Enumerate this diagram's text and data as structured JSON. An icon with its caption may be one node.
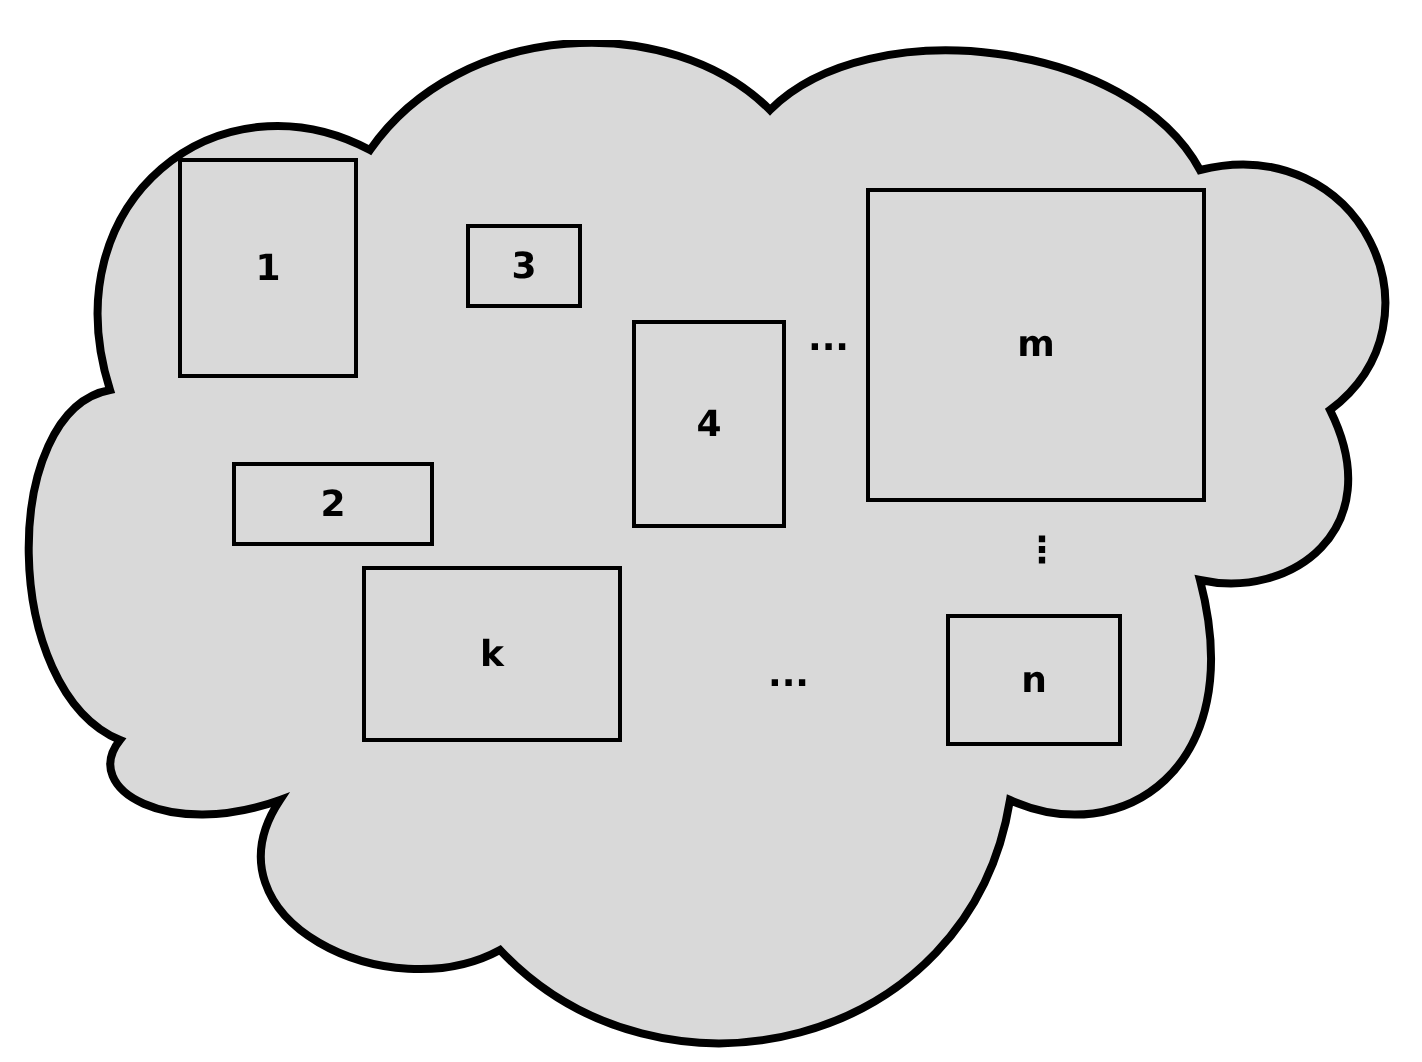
{
  "diagram": {
    "nodes": [
      {
        "text": [],
        "shape": "cloud"
      },
      {
        "text": [
          "1"
        ],
        "in": 0
      },
      {
        "text": [
          "3"
        ],
        "in": 0
      },
      {
        "text": [
          "m"
        ],
        "in": 0
      },
      {
        "text": [
          "4"
        ],
        "in": 0
      },
      {
        "text": [
          "2"
        ],
        "in": 0
      },
      {
        "text": [
          "k"
        ],
        "in": 0
      },
      {
        "text": [
          "n"
        ],
        "in": 0
      }
    ],
    "edges": [],
    "labels": [
      "...",
      "⋮",
      "..."
    ]
  }
}
